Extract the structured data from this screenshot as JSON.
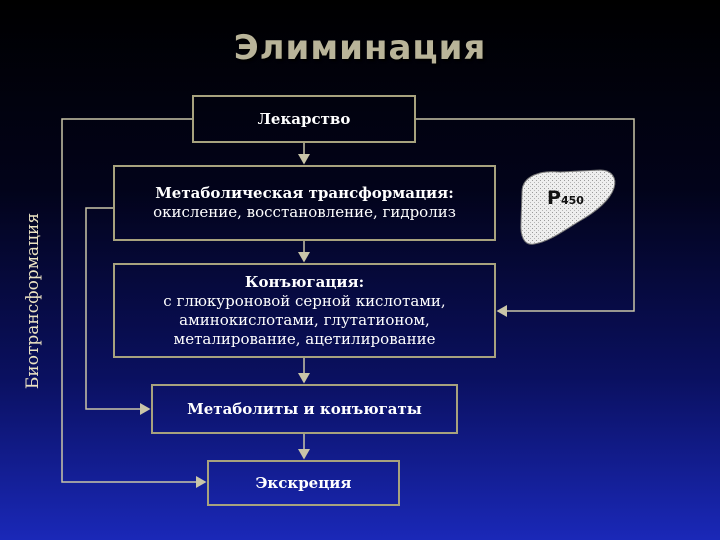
{
  "title": "Элиминация",
  "side_label": "Биотрансформация",
  "boxes": {
    "drug": "Лекарство",
    "metabolic_title": "Метаболическая трансформация:",
    "metabolic_detail": "окисление, восстановление, гидролиз",
    "conjugation_title": "Конъюгация:",
    "conjugation_line1": "с глюкуроновой серной кислотами,",
    "conjugation_line2": "аминокислотами, глутатионом,",
    "conjugation_line3": "металирование, ацетилирование",
    "metabolites": "Метаболиты и конъюгаты",
    "excretion": "Экскреция"
  },
  "liver": {
    "label": "P",
    "sub": "450"
  },
  "colors": {
    "border": "#a7a27e",
    "title": "#b9b499",
    "line": "#c9c5a8"
  }
}
